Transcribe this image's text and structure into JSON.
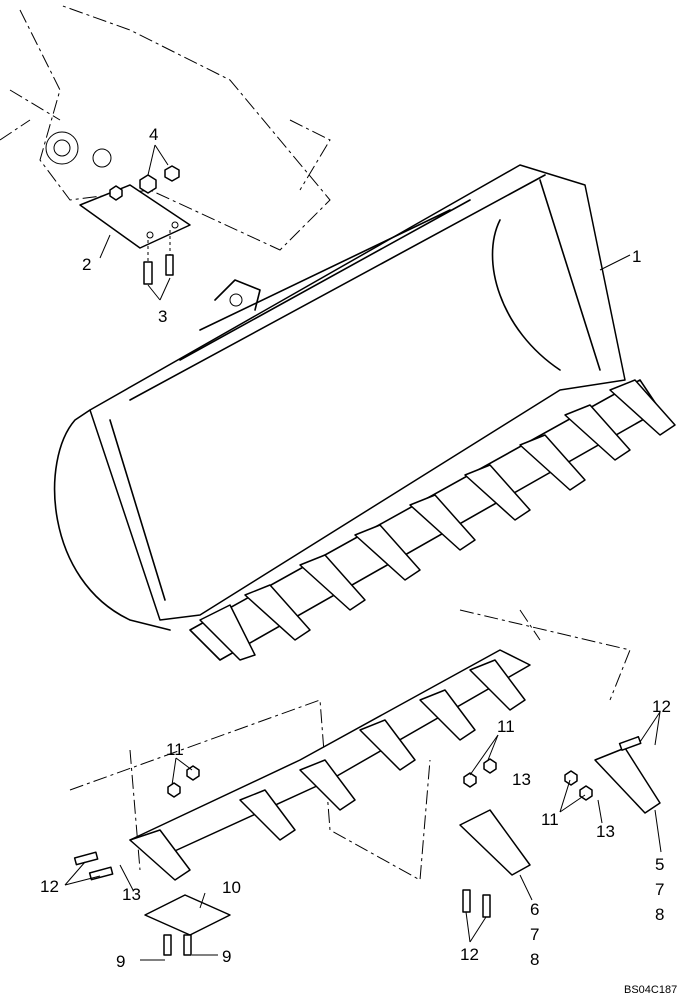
{
  "callouts": {
    "c1": "1",
    "c2": "2",
    "c3": "3",
    "c4": "4",
    "c5": "5",
    "c6": "6",
    "c7a": "7",
    "c7b": "7",
    "c8a": "8",
    "c8b": "8",
    "c9a": "9",
    "c9b": "9",
    "c10": "10",
    "c11a": "11",
    "c11b": "11",
    "c11c": "11",
    "c12a": "12",
    "c12b": "12",
    "c12c": "12",
    "c13a": "13",
    "c13b": "13",
    "c13c": "13"
  },
  "figure_code": "BS04C187"
}
